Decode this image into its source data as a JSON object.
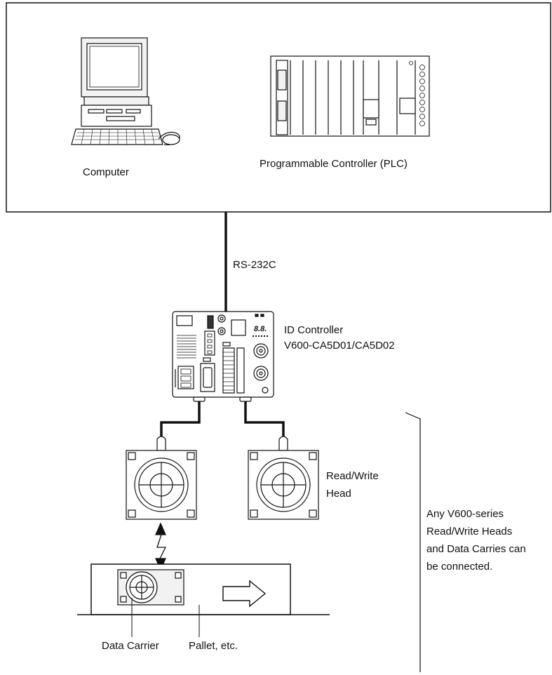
{
  "labels": {
    "computer": "Computer",
    "plc": "Programmable Controller (PLC)",
    "rs232c": "RS-232C",
    "id_controller_title": "ID Controller",
    "id_controller_model": "V600-CA5D01/CA5D02",
    "rw_head_line1": "Read/Write",
    "rw_head_line2": "Head",
    "note_line1": "Any V600-series",
    "note_line2": "Read/Write Heads",
    "note_line3": "and Data Carries can",
    "note_line4": "be connected.",
    "data_carrier": "Data Carrier",
    "pallet": "Pallet, etc."
  },
  "icons": [
    "computer-icon",
    "plc-icon",
    "id-controller-icon",
    "read-write-head-icon",
    "data-carrier-icon",
    "wireless-signal-icon",
    "direction-arrow-icon"
  ],
  "colors": {
    "line": "#111111",
    "background": "#ffffff",
    "device_fill": "#f2f2f2"
  }
}
